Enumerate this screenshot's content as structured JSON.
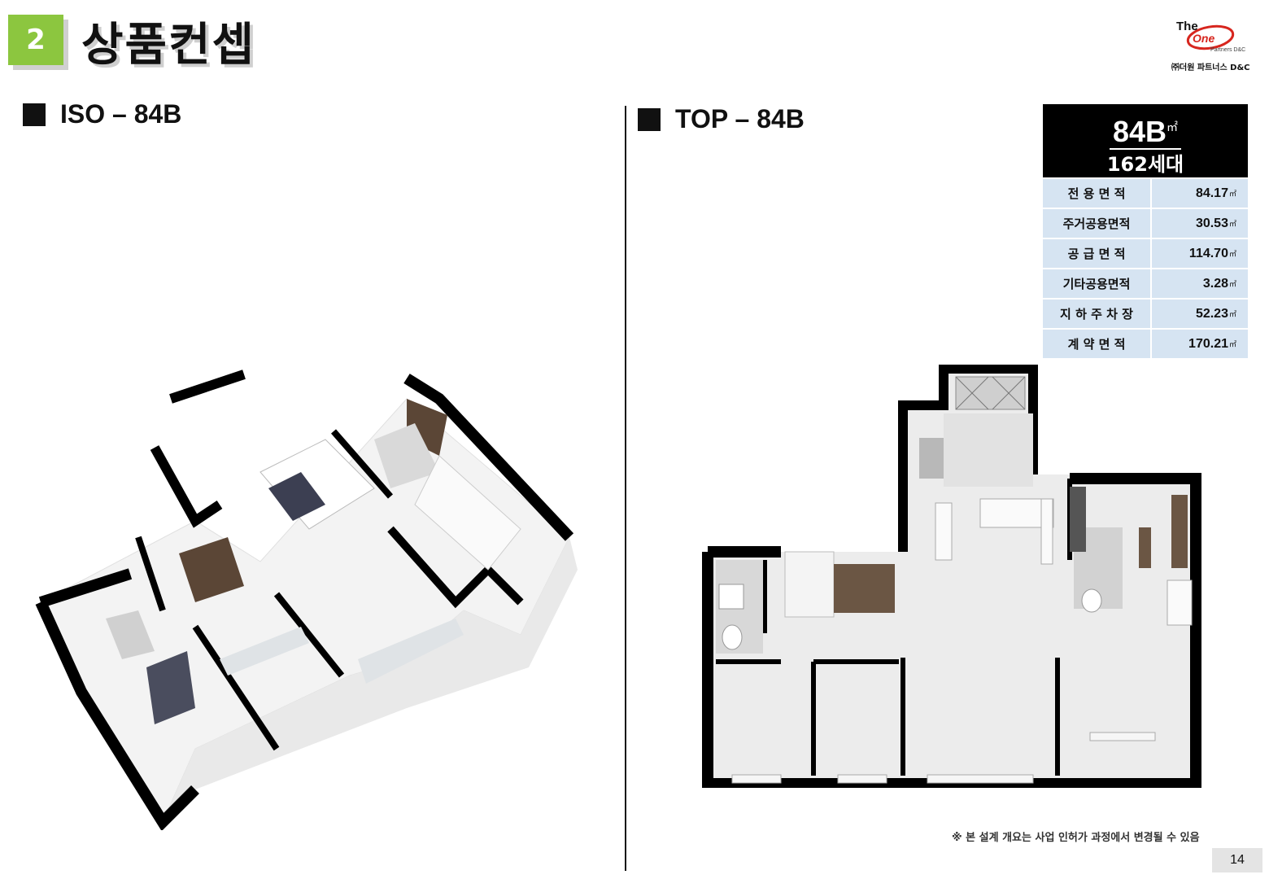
{
  "header": {
    "section_number": "2",
    "title": "상품컨셉"
  },
  "logo": {
    "the": "The",
    "one": "One",
    "partners": "Partners D&C",
    "korean": "㈜더원 파트너스 D&C"
  },
  "iso_section": {
    "label": "ISO – 84B"
  },
  "top_section": {
    "label": "TOP – 84B"
  },
  "spec": {
    "type": "84B",
    "unit": "㎡",
    "households": "162세대",
    "rows": [
      {
        "label": "전 용 면 적",
        "value": "84.17",
        "unit": "㎡"
      },
      {
        "label": "주거공용면적",
        "value": "30.53",
        "unit": "㎡"
      },
      {
        "label": "공 급 면 적",
        "value": "114.70",
        "unit": "㎡"
      },
      {
        "label": "기타공용면적",
        "value": "3.28",
        "unit": "㎡"
      },
      {
        "label": "지 하 주 차 장",
        "value": "52.23",
        "unit": "㎡"
      },
      {
        "label": "계 약 면 적",
        "value": "170.21",
        "unit": "㎡"
      }
    ]
  },
  "footer": {
    "note": "※ 본 설계 개요는 사업 인허가 과정에서 변경될 수 있음",
    "page_number": "14"
  },
  "colors": {
    "badge": "#8cc63f",
    "spec_cell": "#d6e4f2",
    "logo_accent": "#d7261e"
  }
}
